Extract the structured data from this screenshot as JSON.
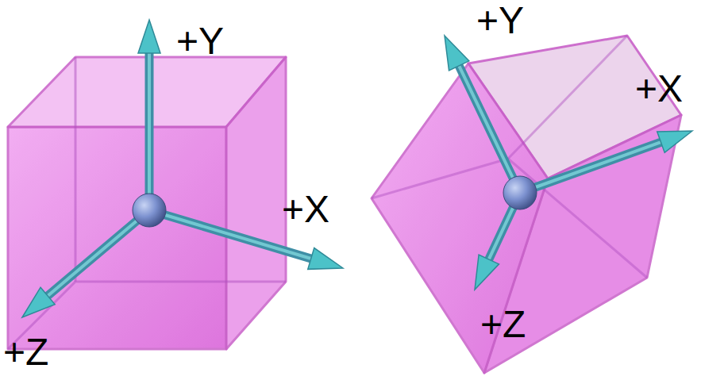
{
  "diagram": {
    "labels": [
      "+Y",
      "+X",
      "+Z",
      "+Y",
      "+X",
      "+Z"
    ]
  }
}
